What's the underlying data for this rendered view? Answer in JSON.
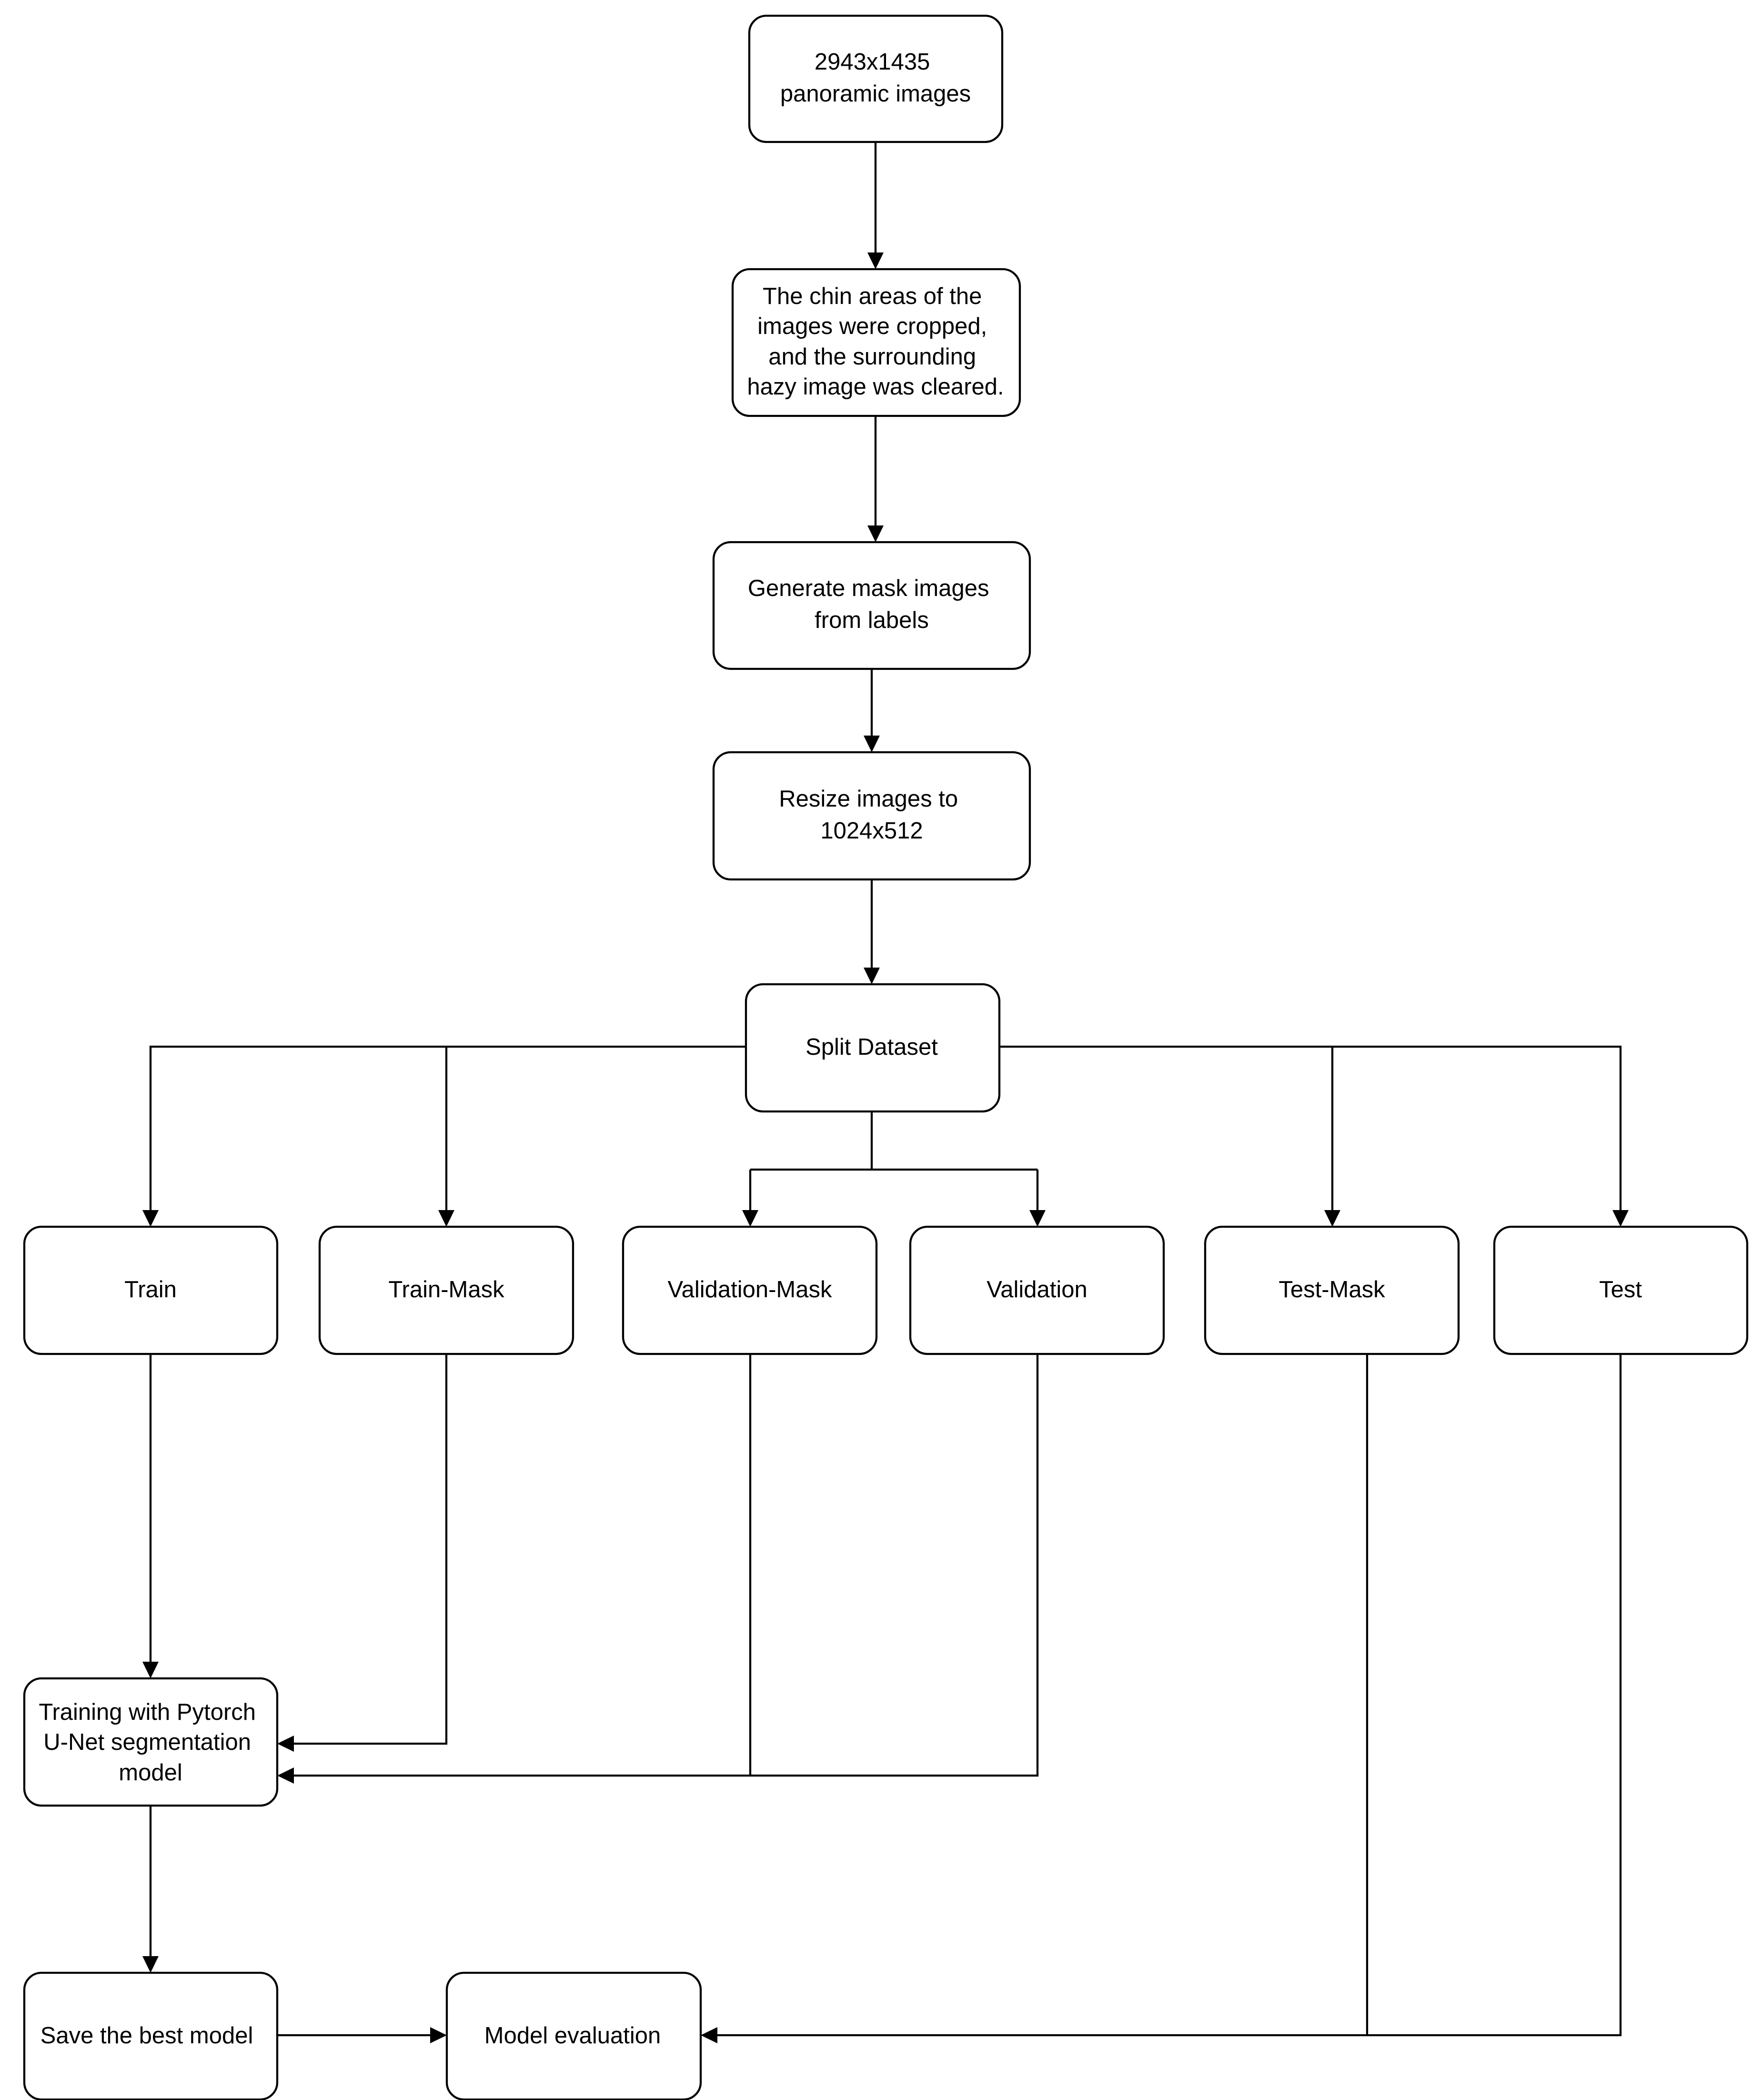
{
  "nodes": {
    "panoramic_images": {
      "lines": [
        "2943x1435",
        "panoramic images"
      ]
    },
    "crop_chin": {
      "lines": [
        "The chin areas of the",
        "images were cropped,",
        "and the surrounding",
        "hazy image was cleared."
      ]
    },
    "generate_masks": {
      "lines": [
        "Generate mask images",
        "from labels"
      ]
    },
    "resize_images": {
      "lines": [
        "Resize images to",
        "1024x512"
      ]
    },
    "split_dataset": {
      "lines": [
        "Split Dataset"
      ]
    },
    "train": {
      "lines": [
        "Train"
      ]
    },
    "train_mask": {
      "lines": [
        "Train-Mask"
      ]
    },
    "validation_mask": {
      "lines": [
        "Validation-Mask"
      ]
    },
    "validation": {
      "lines": [
        "Validation"
      ]
    },
    "test_mask": {
      "lines": [
        "Test-Mask"
      ]
    },
    "test": {
      "lines": [
        "Test"
      ]
    },
    "training": {
      "lines": [
        "Training with Pytorch",
        "U-Net segmentation",
        "model"
      ]
    },
    "save_best": {
      "lines": [
        "Save the best model"
      ]
    },
    "model_evaluation": {
      "lines": [
        "Model evaluation"
      ]
    }
  },
  "edges": [
    {
      "from": "panoramic_images",
      "to": "crop_chin"
    },
    {
      "from": "crop_chin",
      "to": "generate_masks"
    },
    {
      "from": "generate_masks",
      "to": "resize_images"
    },
    {
      "from": "resize_images",
      "to": "split_dataset"
    },
    {
      "from": "split_dataset",
      "to": "train"
    },
    {
      "from": "split_dataset",
      "to": "train_mask"
    },
    {
      "from": "split_dataset",
      "to": "validation_mask"
    },
    {
      "from": "split_dataset",
      "to": "validation"
    },
    {
      "from": "split_dataset",
      "to": "test_mask"
    },
    {
      "from": "split_dataset",
      "to": "test"
    },
    {
      "from": "train",
      "to": "training"
    },
    {
      "from": "train_mask",
      "to": "training"
    },
    {
      "from": "validation_mask",
      "to": "training"
    },
    {
      "from": "validation",
      "to": "training"
    },
    {
      "from": "training",
      "to": "save_best"
    },
    {
      "from": "save_best",
      "to": "model_evaluation"
    },
    {
      "from": "test_mask",
      "to": "model_evaluation"
    },
    {
      "from": "test",
      "to": "model_evaluation"
    }
  ]
}
